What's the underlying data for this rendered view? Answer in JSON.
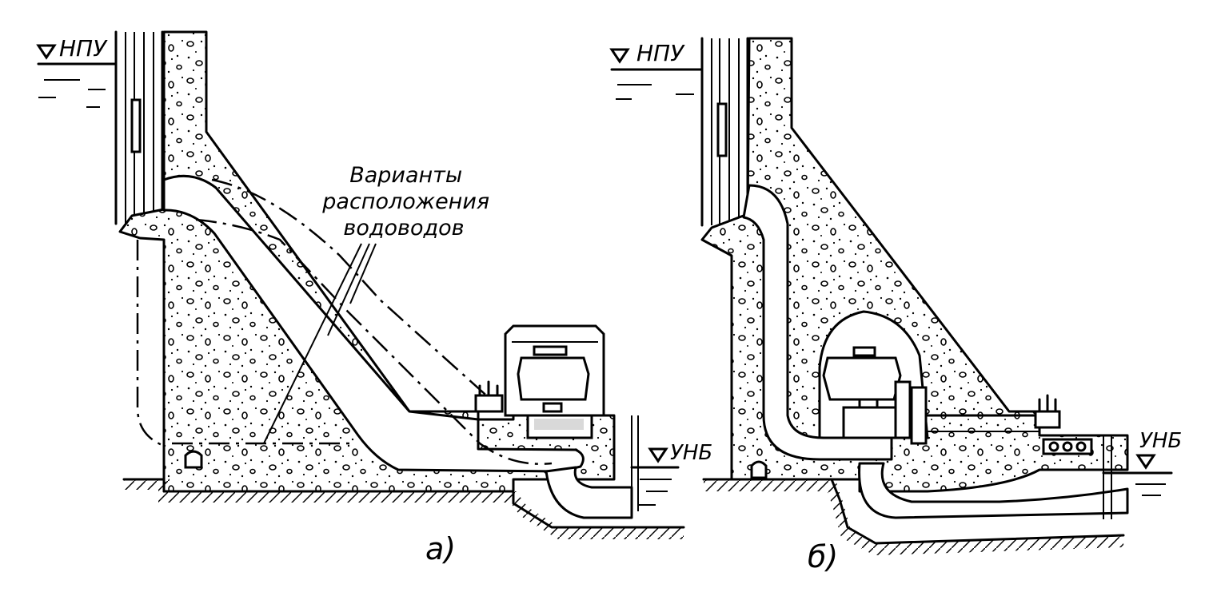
{
  "figure": {
    "variant_a": {
      "upper_level_label": "НПУ",
      "lower_level_label": "УНБ",
      "callout_text": [
        "Варианты",
        "расположения",
        "водоводов"
      ],
      "caption": "а)"
    },
    "variant_b": {
      "upper_level_label": "НПУ",
      "lower_level_label": "УНБ",
      "caption": "б)"
    }
  }
}
